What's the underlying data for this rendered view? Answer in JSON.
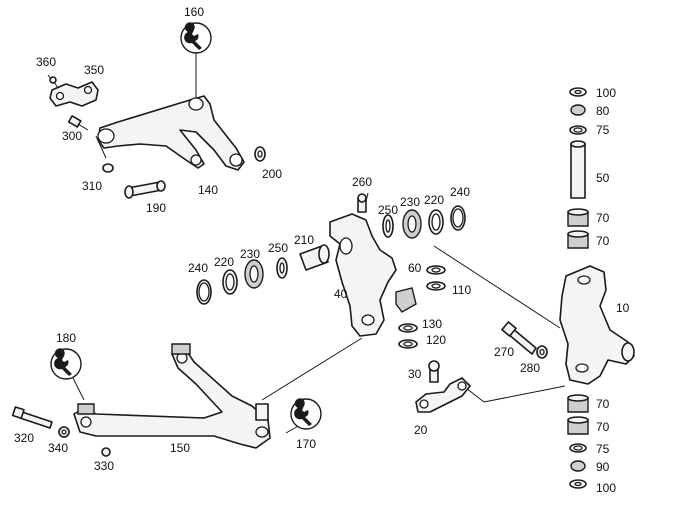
{
  "diagram": {
    "part_numbers": {
      "p10": "10",
      "p20": "20",
      "p30": "30",
      "p40": "40",
      "p50": "50",
      "p60": "60",
      "p70a": "70",
      "p70b": "70",
      "p70c": "70",
      "p70d": "70",
      "p75a": "75",
      "p75b": "75",
      "p80": "80",
      "p90": "90",
      "p100a": "100",
      "p100b": "100",
      "p110": "110",
      "p120": "120",
      "p130": "130",
      "p140": "140",
      "p150": "150",
      "p160": "160",
      "p170": "170",
      "p180": "180",
      "p190": "190",
      "p200": "200",
      "p210": "210",
      "p220a": "220",
      "p220b": "220",
      "p230a": "230",
      "p230b": "230",
      "p240a": "240",
      "p240b": "240",
      "p250a": "250",
      "p250b": "250",
      "p260": "260",
      "p270": "270",
      "p280": "280",
      "p300": "300",
      "p310": "310",
      "p320": "320",
      "p330": "330",
      "p340": "340",
      "p350": "350",
      "p360": "360"
    },
    "icons": [
      "wrench-icon",
      "wrench-icon",
      "wrench-icon"
    ]
  }
}
